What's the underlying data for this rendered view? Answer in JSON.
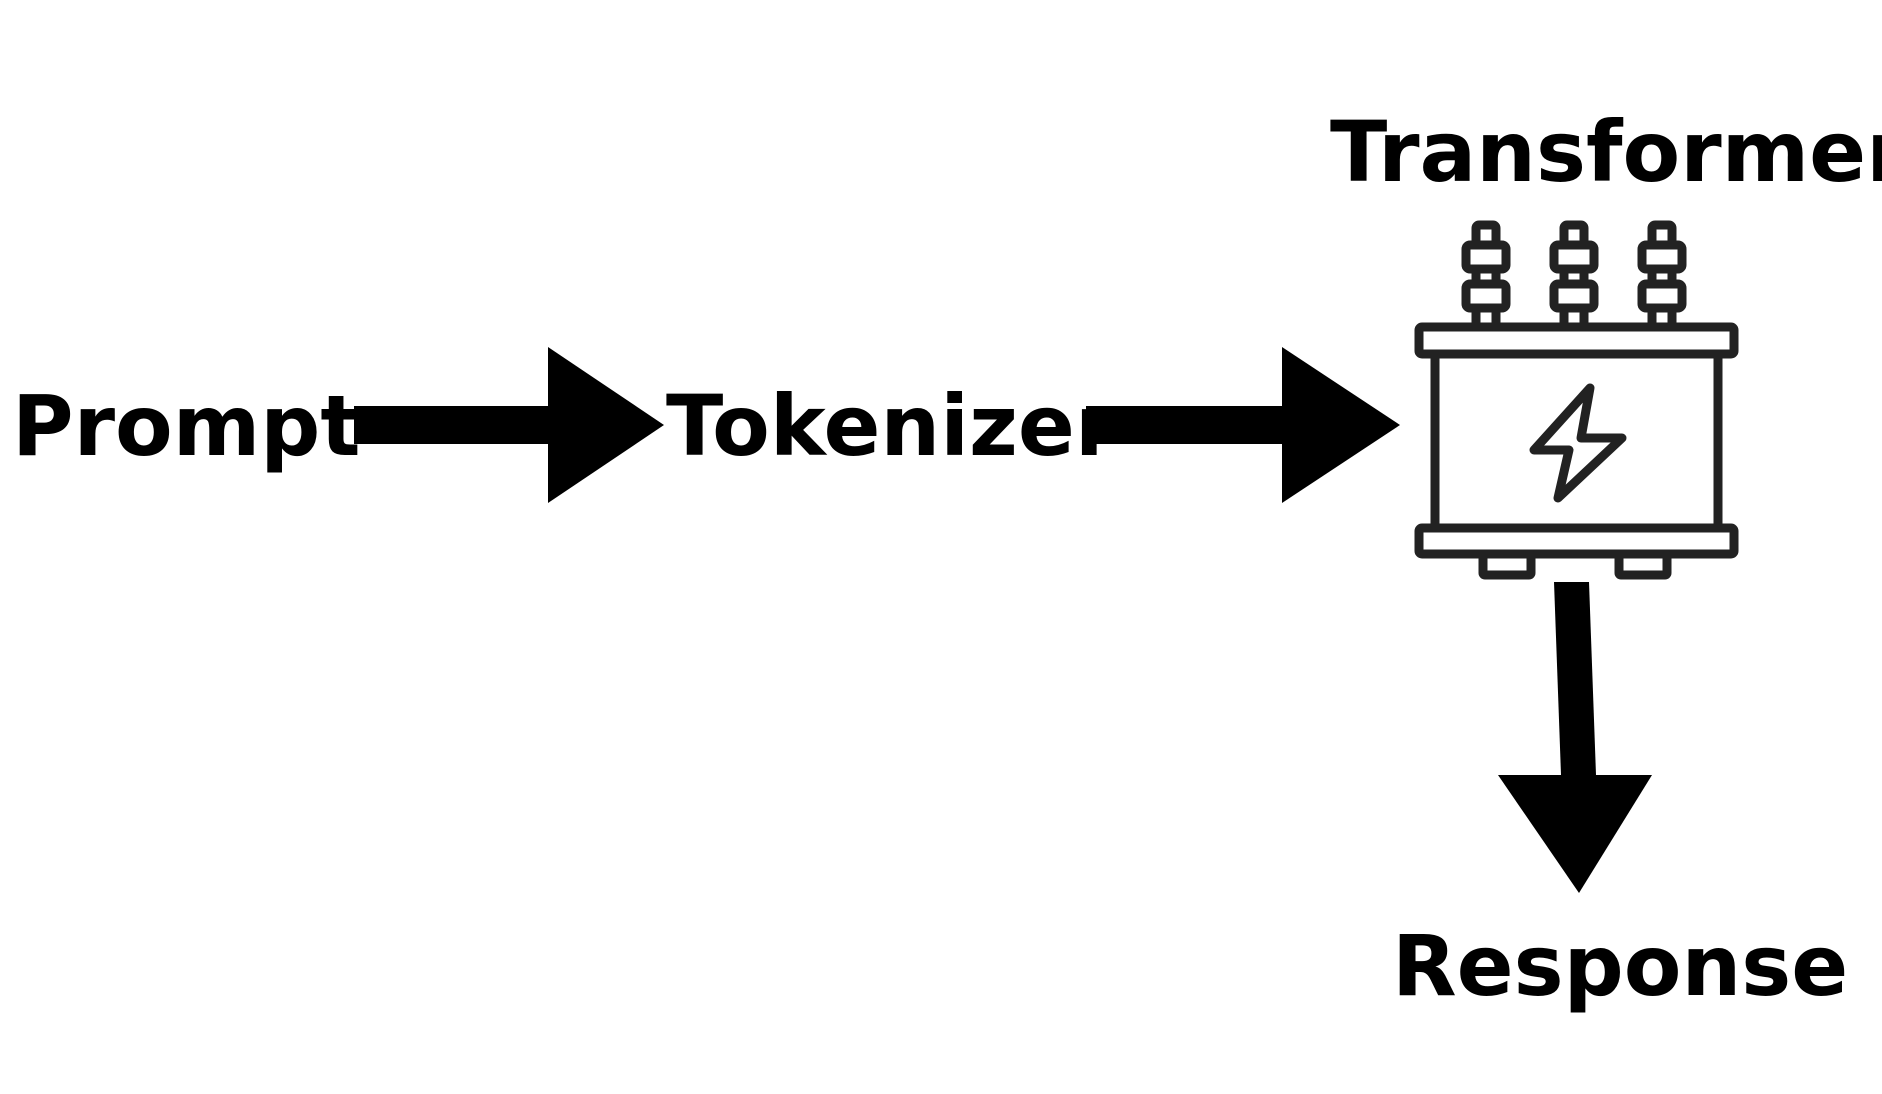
{
  "diagram": {
    "nodes": [
      {
        "id": "prompt",
        "label": "Prompt"
      },
      {
        "id": "tokenizer",
        "label": "Tokenizer"
      },
      {
        "id": "transformer",
        "label": "Transformer",
        "icon": "electrical-transformer-icon"
      },
      {
        "id": "response",
        "label": "Response"
      }
    ],
    "edges": [
      {
        "from": "prompt",
        "to": "tokenizer"
      },
      {
        "from": "tokenizer",
        "to": "transformer"
      },
      {
        "from": "transformer",
        "to": "response"
      }
    ]
  },
  "colors": {
    "background": "#ffffff",
    "ink": "#000000",
    "icon_stroke": "#222222"
  }
}
